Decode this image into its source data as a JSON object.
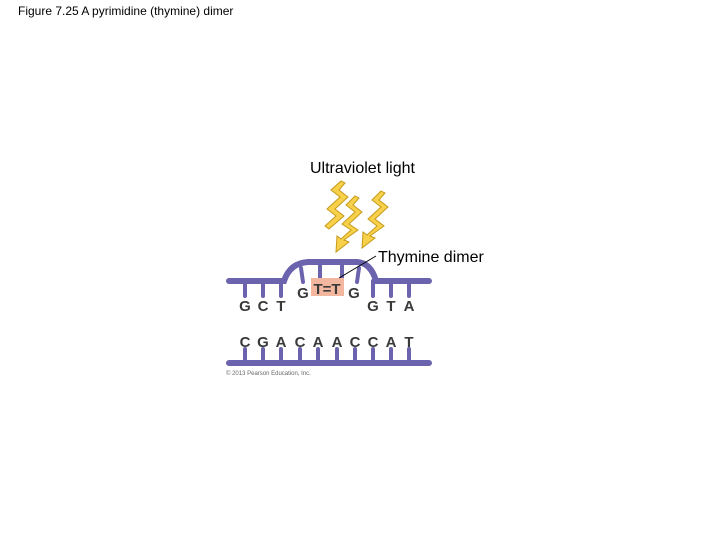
{
  "figure": {
    "title": "Figure 7.25 A pyrimidine (thymine) dimer"
  },
  "labels": {
    "ultraviolet": "Ultraviolet light",
    "thymine_dimer": "Thymine dimer"
  },
  "dna": {
    "top_left_bases": [
      "G",
      "C",
      "T"
    ],
    "top_bulge_left": "G",
    "dimer": "T=T",
    "top_bulge_right": "G",
    "top_right_bases": [
      "G",
      "T",
      "A"
    ],
    "bottom_bases": [
      "C",
      "G",
      "A",
      "C",
      "A",
      "A",
      "C",
      "C",
      "A",
      "T"
    ]
  },
  "copyright": "© 2013 Pearson Education, Inc.",
  "colors": {
    "backbone": "#6b63ad",
    "uv_arrow_fill": "#f7d14a",
    "uv_arrow_stroke": "#c79a1c",
    "dimer_box": "#f3b7a0"
  }
}
